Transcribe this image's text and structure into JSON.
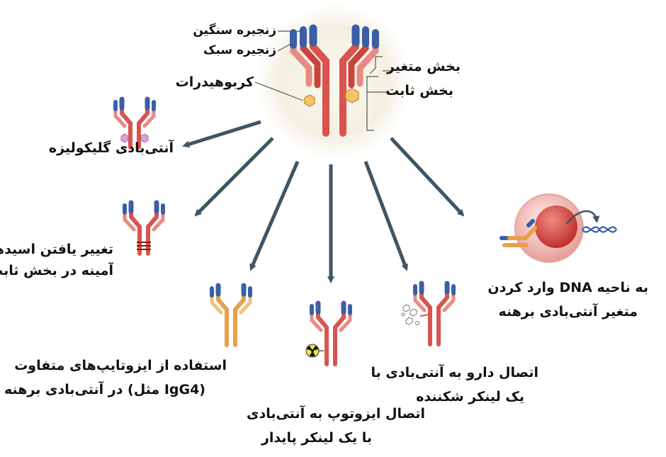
{
  "center": {
    "heavy_chain": "زنجیره سنگین",
    "light_chain": "زنجیره سبک",
    "carbohydrates": "کربوهیدرات",
    "variable_region": "بخش متغیر",
    "constant_region": "بخش ثابت"
  },
  "modifications": {
    "glyco": "آنتی‌بادی گلیکولیزه",
    "amino_line1": "تغییر یافتن اسیدهای",
    "amino_line2": "آمینه در بخش ثابت",
    "isotype_line1": "استفاده از ایزوتایپ‌های متفاوت",
    "isotype_line2": "در آنتی‌بادی برهنه (مثل IgG4)",
    "isotope_line1": "اتصال ایزوتوپ به آنتی‌بادی",
    "isotope_line2": "با یک لینکر پایدار",
    "drug_line1": "اتصال دارو به آنتی‌بادی با",
    "drug_line2": "یک لینکر شکننده",
    "dna_line1": "وارد کردن DNA به ناحیه",
    "dna_line2": "متغیر آنتی‌بادی برهنه"
  },
  "colors": {
    "antibody_red": "#d9534f",
    "antibody_pink": "#f2b3b0",
    "variable_blue": "#3a5fa8",
    "carb_gold": "#f5c46a",
    "arrow": "#3e5566",
    "isotype_orange": "#e8a04c",
    "glyco_purple": "#d9a2d9"
  }
}
